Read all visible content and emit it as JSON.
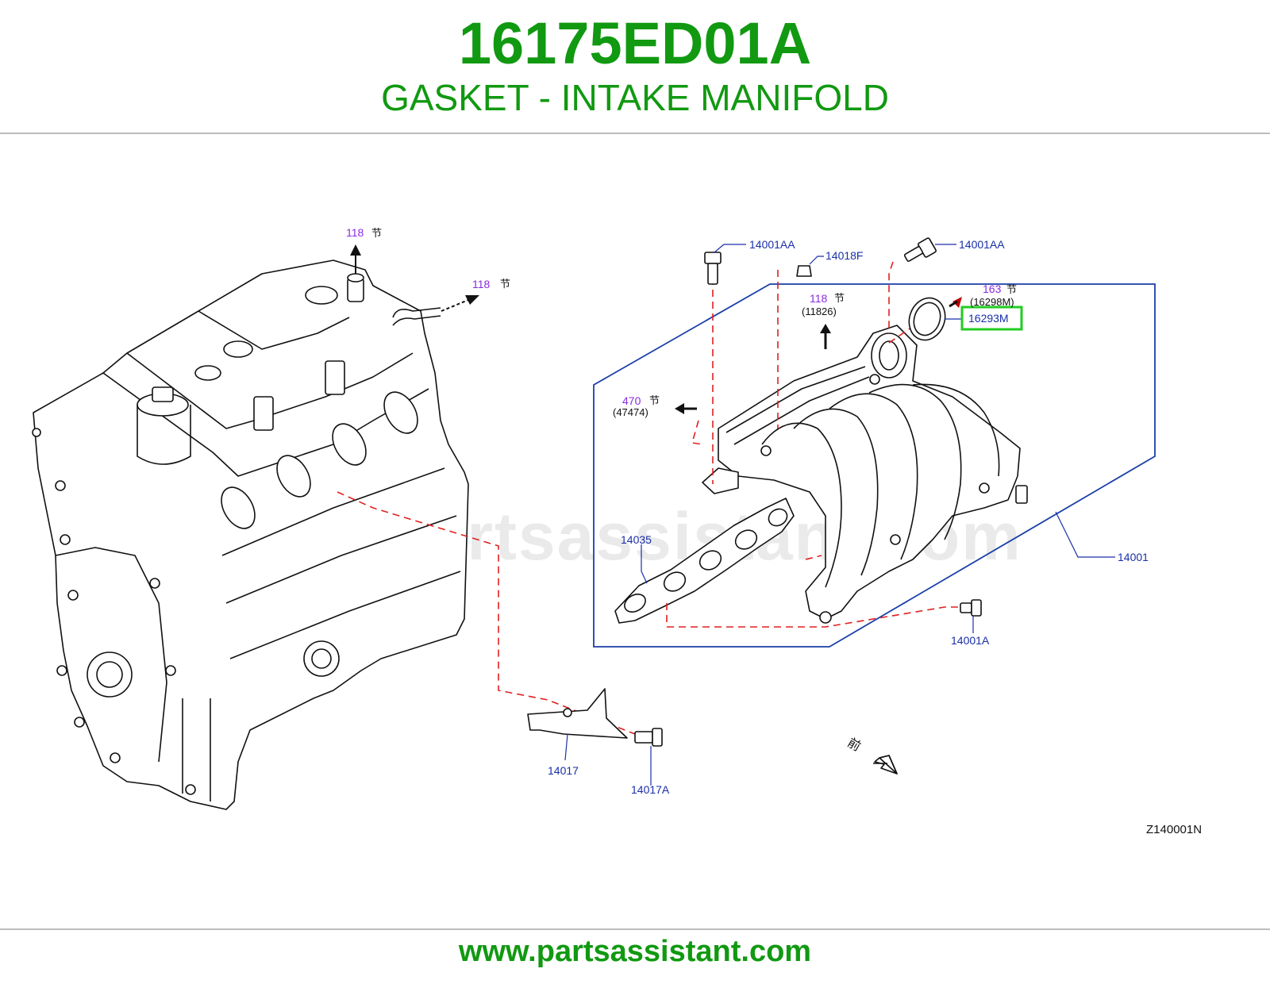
{
  "header": {
    "part_number": "16175ED01A",
    "part_name": "GASKET - INTAKE MANIFOLD"
  },
  "footer": {
    "url": "www.partsassistant.com"
  },
  "watermark": "www.partsassistant.com",
  "colors": {
    "brand_green": "#119911",
    "callout_blue": "#1a2fa8",
    "section_purple": "#8a2be2",
    "dashed_red": "#e02020",
    "highlight_green": "#22cc22"
  },
  "diagram": {
    "code": "Z140001N",
    "front_mark": "前",
    "section_mark": "节",
    "labels": {
      "bolt_top_left": "14001AA",
      "cap": "14018F",
      "bolt_top_right": "14001AA",
      "manifold": "14001",
      "bolt_lower": "14001A",
      "gasket_manifold": "14035",
      "bracket": "14017",
      "bracket_bolt": "14017A",
      "gasket_throttle": "16293M"
    },
    "section_refs": {
      "engine_top": {
        "num": "118"
      },
      "engine_hose": {
        "num": "118"
      },
      "manifold_top": {
        "num": "118",
        "sub": "(11826)"
      },
      "throttle": {
        "num": "163",
        "sub": "(16298M)"
      },
      "side": {
        "num": "470",
        "sub": "(47474)"
      }
    }
  }
}
